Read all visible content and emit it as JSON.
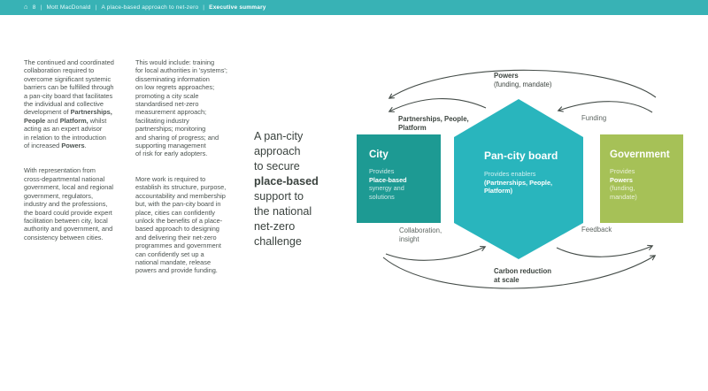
{
  "header": {
    "home_icon": "⌂",
    "page_number": "8",
    "separator": "|",
    "brand": "Mott MacDonald",
    "title": "A place-based approach to net-zero",
    "section": "Executive summary"
  },
  "left_column": {
    "para1": [
      {
        "t": "The continued and coordinated\ncollaboration required to\novercome significant systemic\nbarriers can be fulfilled through\na pan-city board that facilitates\nthe individual and collective\ndevelopment of "
      },
      {
        "t": "Partnerships,\nPeople",
        "b": true
      },
      {
        "t": " and "
      },
      {
        "t": "Platform,",
        "b": true
      },
      {
        "t": " whilst\nacting as an expert advisor\nin relation to the introduction\nof increased "
      },
      {
        "t": "Powers",
        "b": true
      },
      {
        "t": "."
      }
    ],
    "para2": "With representation from\ncross-departmental national\ngovernment, local and regional\ngovernment, regulators,\nindustry and the professions,\nthe board could provide expert\nfacilitation between city, local\nauthority and government, and\nconsistency between cities."
  },
  "middle_column": {
    "para1": "This would include: training\nfor local authorities in 'systems';\ndisseminating information\non low regrets approaches;\npromoting a city scale\nstandardised net-zero\nmeasurement approach;\nfacilitating industry\npartnerships; monitoring\nand sharing of progress; and\nsupporting management\nof risk for early adopters.",
    "para2": "More work is required to\nestablish its structure, purpose,\naccountability and membership\nbut, with the pan-city board in\nplace, cities can confidently\nunlock the benefits of a place-\nbased approach to designing\nand delivering their net-zero\nprogrammes and government\ncan confidently set up a\nnational mandate, release\npowers and provide funding."
  },
  "headline": [
    {
      "t": "A pan-city\napproach\nto secure\n"
    },
    {
      "t": "place-based",
      "b": true
    },
    {
      "t": "\nsupport to\nthe national\nnet-zero\nchallenge"
    }
  ],
  "diagram": {
    "city": {
      "title": "City",
      "body": [
        {
          "t": "Provides\n"
        },
        {
          "t": "Place-based",
          "b": true
        },
        {
          "t": "\nsynergy and\nsolutions"
        }
      ]
    },
    "board": {
      "title": "Pan-city board",
      "body": [
        {
          "t": "Provides enablers\n"
        },
        {
          "t": "(Partnerships, People,\nPlatform)",
          "b": true
        }
      ]
    },
    "government": {
      "title": "Government",
      "body": [
        {
          "t": "Provides\n"
        },
        {
          "t": "Powers",
          "b": true
        },
        {
          "t": "\n(funding,\nmandate)"
        }
      ]
    },
    "labels": {
      "powers": [
        {
          "t": "Powers",
          "b": true
        },
        {
          "t": "\n(funding, mandate)"
        }
      ],
      "partnerships": [
        {
          "t": "Partnerships, People,\nPlatform",
          "b": true
        }
      ],
      "funding": "Funding",
      "collaboration": "Collaboration,\ninsight",
      "feedback": "Feedback",
      "carbon": [
        {
          "t": "Carbon reduction\nat scale",
          "b": true
        }
      ]
    }
  },
  "colors": {
    "header_bg": "#38b2b5",
    "hexagon": "#29b5bd",
    "city_box": "#1d9a93",
    "government_box": "#a6c157",
    "body_text": "#4b5350",
    "label_dark": "#3c443f",
    "label_gray": "#5e6662",
    "arrow": "#444c48"
  }
}
